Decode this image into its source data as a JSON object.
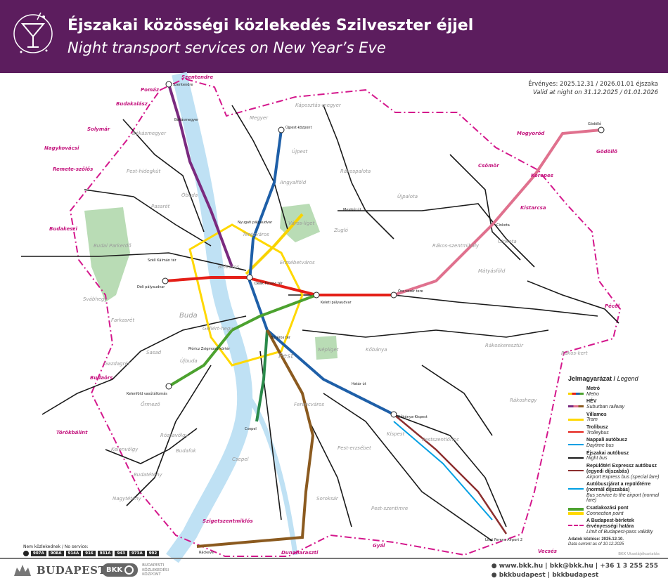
{
  "header": {
    "title": "Éjszakai közösségi közlekedés Szilveszter éjjel",
    "subtitle": "Night transport services on New Year’s Eve",
    "icon": "cocktail-glass-icon",
    "background": "#5c1d5e"
  },
  "validity": {
    "hu": "Érvényes: 2025.12.31 / 2026.01.01 éjszaka",
    "en": "Valid at night on 31.12.2025 / 01.01.2026"
  },
  "map": {
    "towns": [
      "Szentendre",
      "Pomáz",
      "Budakalász",
      "Solymár",
      "Nagykovácsi",
      "Remete-szőlős",
      "Budakeszi",
      "Mogyoród",
      "Gödöllő",
      "Csömör",
      "Kerepes",
      "Kistarcsa",
      "Pécel",
      "Budaörs",
      "Törökbálint",
      "Szigetszentmiklós",
      "Dunaharaszti",
      "Gyál",
      "Vecsés"
    ],
    "districts": [
      "Békásmegyer",
      "Pest-hidegkút",
      "Óbuda",
      "Pasarét",
      "Budai Parkerdő",
      "Svábhegy",
      "Farkasrét",
      "Gazdagrét",
      "Sasad",
      "Őrmező",
      "Kelenvölgy",
      "Rózsavölgy",
      "Budafok",
      "Budatétény",
      "Nagytétény",
      "Csepel",
      "Pest",
      "Kőbánya",
      "Ferencváros",
      "Kispest",
      "Pest-erzsébet",
      "Pestszentlőrinc",
      "Pest-szentimre",
      "Soroksár",
      "Rákoskeresztúr",
      "Rákoshegy",
      "Rákos-kert",
      "Mátyásföld",
      "Cinkota",
      "Rákos-szentmihály",
      "Újpalota",
      "Zugló",
      "Rákospalota",
      "Újpest",
      "Angyalföld",
      "Káposztás-megyer",
      "Megyer",
      "Buda",
      "Gellért-hegy",
      "Újbuda",
      "Terézváros",
      "Erzsébetváros",
      "Város-liget",
      "Népliget",
      "Belváros"
    ],
    "stops": [
      "Szentendre",
      "Békásmegyer",
      "Újpest-központ",
      "Kőbánya-Kispest",
      "Kelenföld vasútállomás",
      "Déli pályaudvar",
      "Örs vezér tere",
      "Keleti pályaudvar",
      "Széll Kálmán tér",
      "Deák Ferenc tér",
      "Móricz Zsigmond körtér",
      "Boráros tér",
      "Nyugati pályaudvar",
      "Gödöllő",
      "Csepel",
      "Ráckeve",
      "Liszt Ferenc Airport 2",
      "Határ út",
      "Mexikói út",
      "Cinkota"
    ],
    "colors": {
      "metro_m1": "#f8d300",
      "metro_m2": "#e41f18",
      "metro_m3": "#1e5fa8",
      "metro_m4": "#4ca22f",
      "hev_pink": "#e0718e",
      "hev_purple": "#7a2a7f",
      "hev_brown": "#8b5a1f",
      "hev_green": "#2a8a4a",
      "tram": "#ffd800",
      "trolley": "#e41f18",
      "day_bus": "#009fe3",
      "night_bus": "#1a1a1a",
      "airport_express": "#8c2f2f",
      "boundary": "#d4178c",
      "danube": "#bfe1f4"
    }
  },
  "legend": {
    "title": "Jelmagyarázat",
    "title_en": "Legend",
    "items": [
      {
        "hu": "Metró",
        "en": "Metro"
      },
      {
        "hu": "HÉV",
        "en": "Suburban railway"
      },
      {
        "hu": "Villamos",
        "en": "Tram"
      },
      {
        "hu": "Trolibusz",
        "en": "Trolleybus"
      },
      {
        "hu": "Nappali autóbusz",
        "en": "Daytime bus"
      },
      {
        "hu": "Éjszakai autóbusz",
        "en": "Night bus"
      },
      {
        "hu": "Repülőtéri Expressz autóbusz (egyedi díjszabás)",
        "en": "Airport Express bus (special fare)"
      },
      {
        "hu": "Autóbuszjárat a repülőtérre (normál díjszabás)",
        "en": "Bus service to the airport (normal fare)"
      },
      {
        "hu": "Csatlakozási pont",
        "en": "Connection point"
      },
      {
        "hu": "A Budapest-bérletek érvényességi határa",
        "en": "Limit of Budapest-pass validity"
      }
    ],
    "data_note_hu": "Adatok közlése: 2025.12.10.",
    "data_note_en": "Data current as of 10.12.2025"
  },
  "no_service": {
    "label": "Nem közlekednek / No service:",
    "routes": [
      "907A",
      "908A",
      "914A",
      "916",
      "931A",
      "943",
      "973A",
      "992"
    ]
  },
  "credit": "BKK Utastájékoztatás",
  "footer": {
    "budapest_logo": "BUDAPEST",
    "bkk_logo": "BKK",
    "bkk_name": [
      "BUDAPESTI",
      "KÖZLEKEDÉSI",
      "KÖZPONT"
    ],
    "contact_line1": "www.bkk.hu | bkk@bkk.hu | +36 1 3 255 255",
    "contact_line2": "bkkbudapest | bkkbudapest"
  }
}
